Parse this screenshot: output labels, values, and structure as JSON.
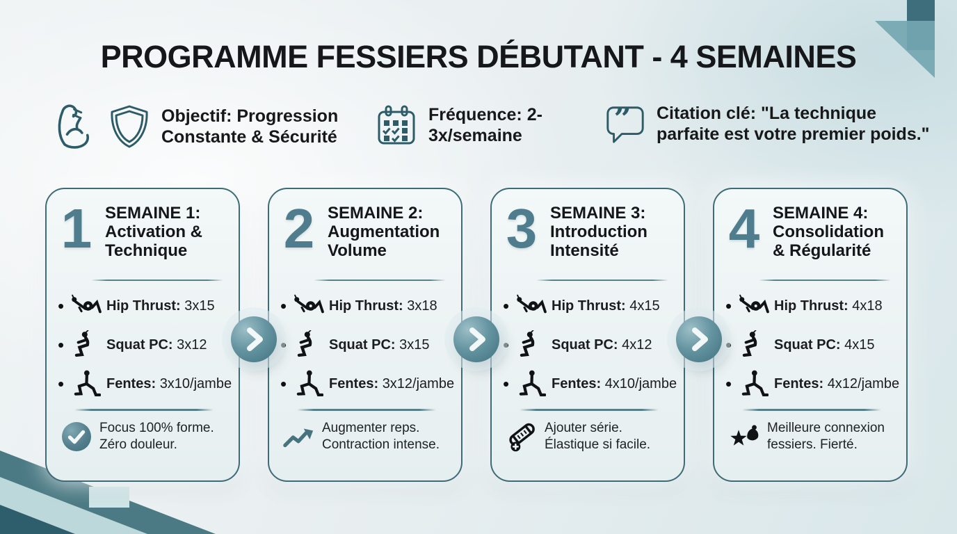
{
  "title": "PROGRAMME FESSIERS DÉBUTANT - 4 SEMAINES",
  "meta": [
    {
      "icons": [
        "bicep-icon",
        "shield-icon"
      ],
      "text": "Objectif: Progression Constante & Sécurité"
    },
    {
      "icons": [
        "calendar-icon"
      ],
      "text": "Fréquence: 2-3x/semaine"
    },
    {
      "icons": [
        "quote-icon"
      ],
      "text": "Citation clé: \"La technique parfaite est votre premier poids.\""
    }
  ],
  "weeks": [
    {
      "number": "1",
      "heading": "SEMAINE 1:",
      "subheading": "Activation & Technique",
      "exercises": [
        {
          "icon": "hip-thrust-icon",
          "name": "Hip Thrust:",
          "value": "3x15"
        },
        {
          "icon": "squat-icon",
          "name": "Squat PC:",
          "value": "3x12"
        },
        {
          "icon": "lunge-icon",
          "name": "Fentes:",
          "value": "3x10/jambe"
        }
      ],
      "note": {
        "icon": "check-circle-icon",
        "text": "Focus 100% forme. Zéro douleur."
      }
    },
    {
      "number": "2",
      "heading": "SEMAINE 2:",
      "subheading": "Augmentation Volume",
      "exercises": [
        {
          "icon": "hip-thrust-icon",
          "name": "Hip Thrust:",
          "value": "3x18"
        },
        {
          "icon": "squat-icon",
          "name": "Squat PC:",
          "value": "3x15"
        },
        {
          "icon": "lunge-icon",
          "name": "Fentes:",
          "value": "3x12/jambe"
        }
      ],
      "note": {
        "icon": "trend-up-icon",
        "text": "Augmenter reps. Contraction intense."
      }
    },
    {
      "number": "3",
      "heading": "SEMAINE 3:",
      "subheading": "Introduction Intensité",
      "exercises": [
        {
          "icon": "hip-thrust-icon",
          "name": "Hip Thrust:",
          "value": "4x15"
        },
        {
          "icon": "squat-icon",
          "name": "Squat PC:",
          "value": "4x12"
        },
        {
          "icon": "lunge-icon",
          "name": "Fentes:",
          "value": "4x10/jambe"
        }
      ],
      "note": {
        "icon": "resistance-band-plus-icon",
        "text": "Ajouter série. Élastique si facile."
      }
    },
    {
      "number": "4",
      "heading": "SEMAINE 4:",
      "subheading": "Consolidation & Régularité",
      "exercises": [
        {
          "icon": "hip-thrust-icon",
          "name": "Hip Thrust:",
          "value": "4x18"
        },
        {
          "icon": "squat-icon",
          "name": "Squat PC:",
          "value": "4x15"
        },
        {
          "icon": "lunge-icon",
          "name": "Fentes:",
          "value": "4x12/jambe"
        }
      ],
      "note": {
        "icon": "star-bicep-icon",
        "text": "Meilleure connexion fessiers. Fierté."
      }
    }
  ],
  "connectors": [
    "chevron-right-icon",
    "chevron-right-icon",
    "chevron-right-icon"
  ],
  "ui": {
    "bullet": "•"
  },
  "colors": {
    "accent_teal": "#3d6b77",
    "icon_teal": "#2d5c68",
    "number_teal": "#4f7d8e",
    "text_dark": "#15171a",
    "background_light": "#eaf0f1",
    "corner_dark": "#33616e",
    "corner_light": "#bcd8db",
    "arrow_circle": "#41707e"
  }
}
